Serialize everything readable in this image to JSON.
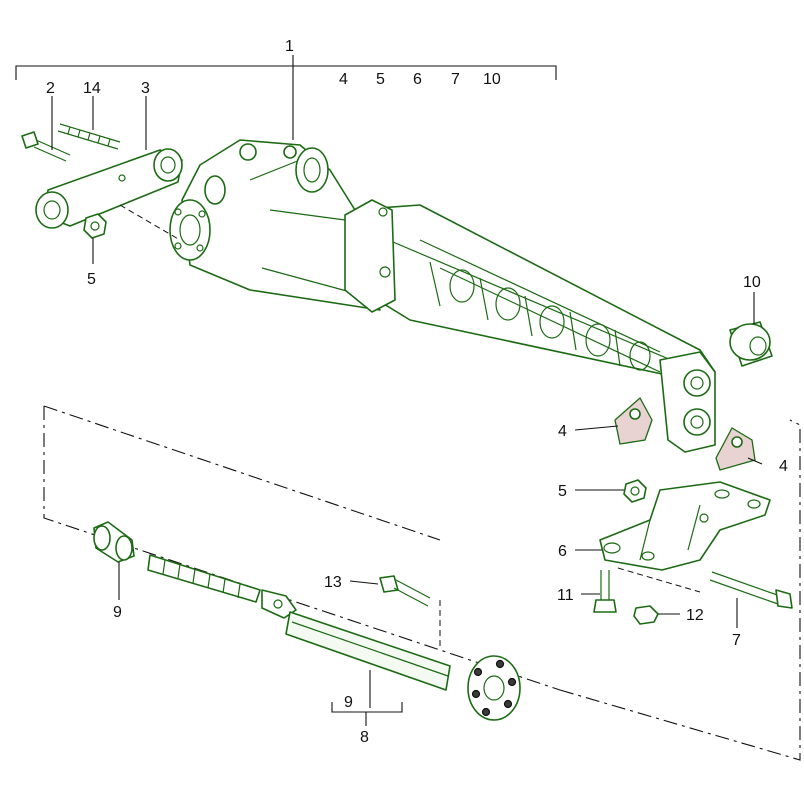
{
  "diagram": {
    "colors": {
      "outline": "#1c6b14",
      "text": "#111111",
      "background": "#ffffff",
      "pad_fill": "#e8d2d2"
    },
    "labels": {
      "l1": "1",
      "l2": "2",
      "l14": "14",
      "l3": "3",
      "group_4": "4",
      "group_5": "5",
      "group_6": "6",
      "group_7": "7",
      "group_10": "10",
      "l5_top": "5",
      "l10": "10",
      "l4_left": "4",
      "l4_right": "4",
      "l5_mid": "5",
      "l6": "6",
      "l11": "11",
      "l12": "12",
      "l7": "7",
      "l9_left": "9",
      "l13": "13",
      "l9_bottom": "9",
      "l8": "8"
    }
  }
}
